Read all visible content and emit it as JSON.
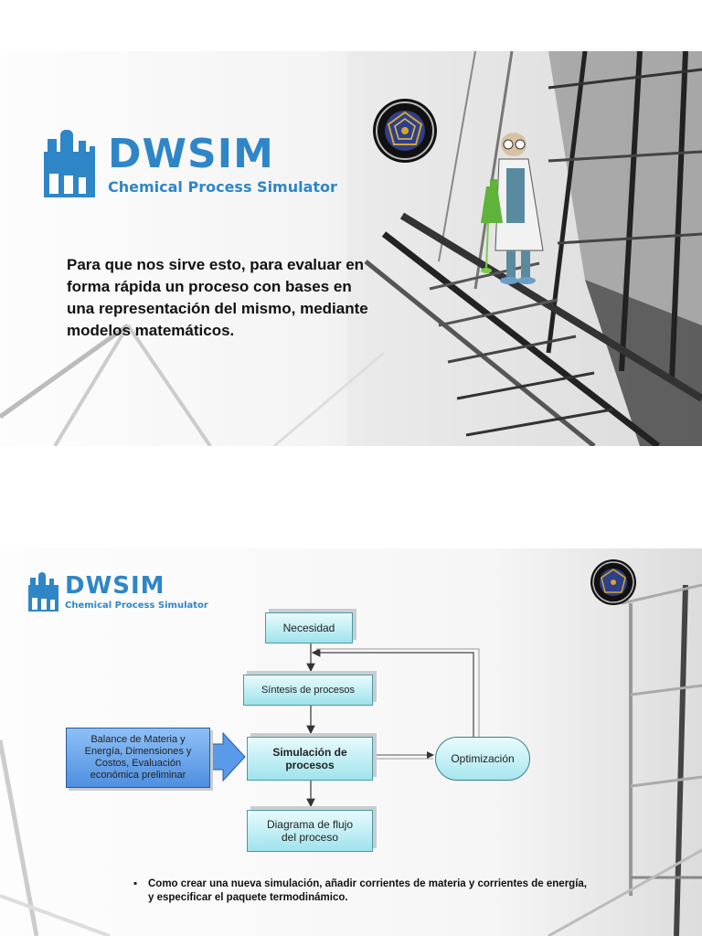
{
  "slide1": {
    "logo": {
      "title": "DWSIM",
      "subtitle": "Chemical Process Simulator"
    },
    "body": "Para que nos sirve esto, para evaluar en forma rápida un proceso con bases en una representación del mismo, mediante modelos matemáticos."
  },
  "slide2": {
    "logo": {
      "title": "DWSIM",
      "subtitle": "Chemical Process Simulator"
    },
    "flow": {
      "necesidad": "Necesidad",
      "sintesis": "Síntesis de procesos",
      "simulacion": "Simulación de procesos",
      "diagrama": "Diagrama de flujo del proceso",
      "balance": "Balance de Materia y Energía, Dimensiones y Costos, Evaluación económica preliminar",
      "optimizacion": "Optimización"
    },
    "bullet": "Como crear una nueva simulación, añadir corrientes de materia y corrientes de energía, y especificar el paquete termodinámico."
  },
  "colors": {
    "brand": "#2f86c7",
    "flow_box": "#9fe3ec",
    "input_box": "#5a9ae8"
  }
}
